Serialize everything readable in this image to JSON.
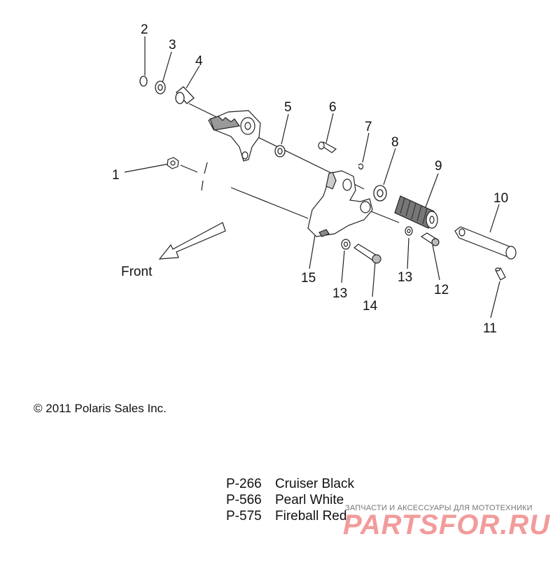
{
  "diagram": {
    "callouts": [
      "1",
      "2",
      "3",
      "4",
      "5",
      "6",
      "7",
      "8",
      "9",
      "10",
      "11",
      "12",
      "13",
      "13",
      "14",
      "15"
    ],
    "front_label": "Front"
  },
  "copyright": "© 2011 Polaris Sales Inc.",
  "paint_codes": [
    {
      "code": "P-266",
      "name": "Cruiser Black"
    },
    {
      "code": "P-566",
      "name": "Pearl White"
    },
    {
      "code": "P-575",
      "name": "Fireball Red"
    }
  ],
  "watermark": {
    "tagline": "ЗАПЧАСТИ И АКСЕССУАРЫ ДЛЯ МОТОТЕХНИКИ",
    "logo": "PARTSFOR.RU",
    "color": "#f08a8a"
  }
}
